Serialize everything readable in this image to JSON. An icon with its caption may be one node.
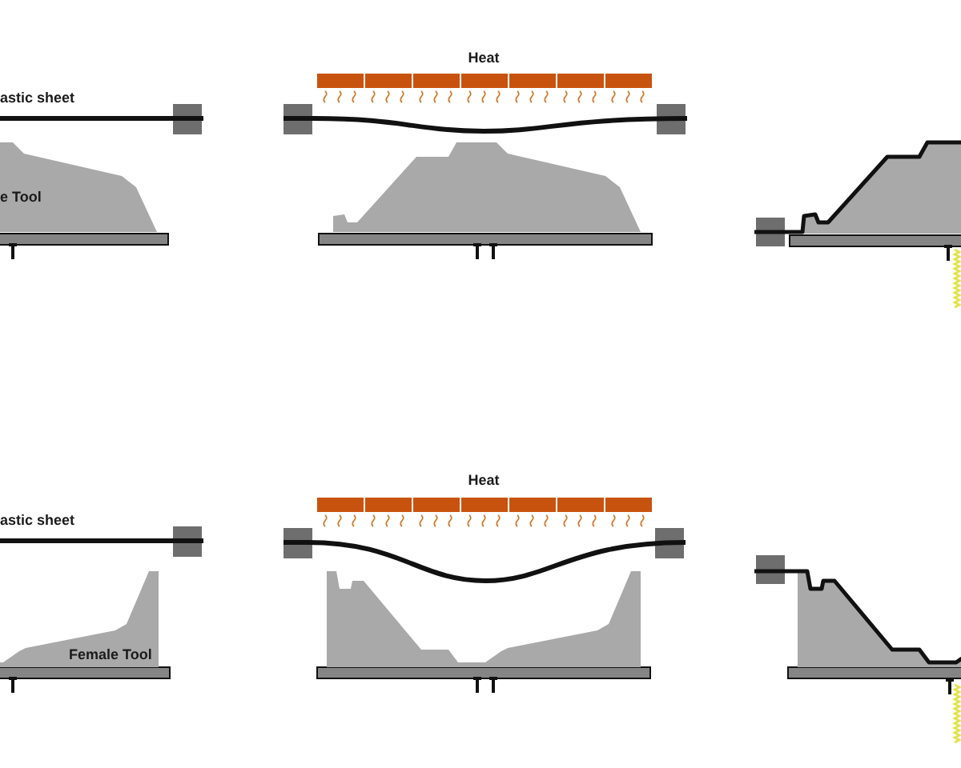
{
  "diagram": {
    "nodes": [
      {
        "text": [
          "e Tool"
        ]
      },
      {
        "text": [],
        "shape": "mold"
      },
      {
        "text": [],
        "shape": "mold"
      },
      {
        "text": [
          "Female Tool"
        ]
      },
      {
        "text": [],
        "shape": "mold"
      },
      {
        "text": [],
        "shape": "mold"
      }
    ],
    "labels": [
      "Heat",
      "astic sheet",
      "Heat",
      "astic sheet"
    ]
  }
}
